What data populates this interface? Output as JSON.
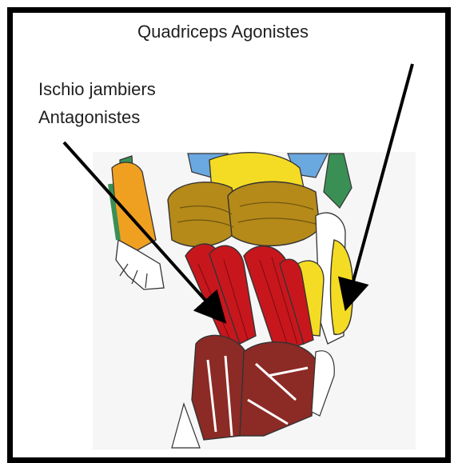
{
  "labels": {
    "quadriceps": "Quadriceps Agonistes",
    "ischio_line1": "Ischio jambiers",
    "ischio_line2": "Antagonistes"
  },
  "colors": {
    "frame": "#000000",
    "hamstring_red": "#c8161d",
    "calf_maroon": "#8c2a25",
    "gluteal_olive": "#b58a19",
    "quadriceps_yellow": "#f5dc24",
    "forearm_orange": "#f0a020",
    "pelvis_blue": "#6aa8e0",
    "green": "#3a8f55",
    "background": "#f4f4f4"
  }
}
